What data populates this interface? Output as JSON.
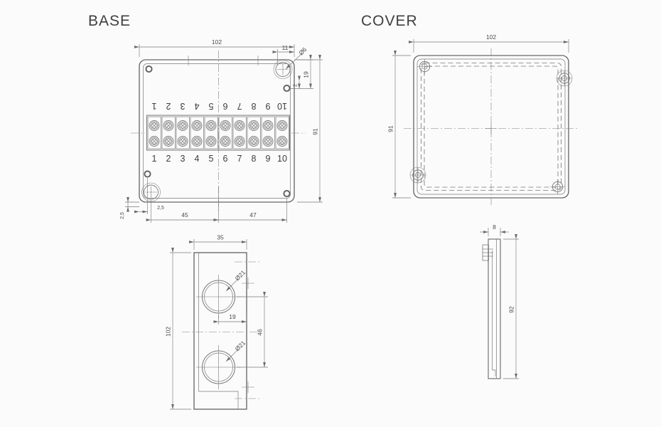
{
  "colors": {
    "background": "#fbfbfb",
    "line": "#686868",
    "thin_line": "#7a7a7a",
    "text": "#4a4a4a"
  },
  "titles": {
    "base": "BASE",
    "cover": "COVER"
  },
  "base_top_view": {
    "dim_width": "102",
    "dim_corner_offset": "11",
    "dim_corner_hole": "Ø6",
    "dim_corner_spacing": "19",
    "dim_corner_small": "2",
    "dim_height": "91",
    "dim_foot_vertical": "2,5",
    "dim_foot_horizontal": "2,5",
    "dim_left_span": "45",
    "dim_right_span": "47",
    "terminals_top": [
      "1",
      "2",
      "3",
      "4",
      "5",
      "6",
      "7",
      "8",
      "9",
      "10"
    ],
    "terminals_bottom": [
      "1",
      "2",
      "3",
      "4",
      "5",
      "6",
      "7",
      "8",
      "9",
      "10"
    ]
  },
  "cover_top_view": {
    "dim_width": "102",
    "dim_height": "91"
  },
  "base_side_view": {
    "dim_depth": "35",
    "dim_length": "102",
    "dim_hole_offset": "19",
    "dim_hole_spacing": "46",
    "dim_hole1_dia": "Ø21",
    "dim_hole2_dia": "Ø21"
  },
  "cover_side_view": {
    "dim_thickness": "8",
    "dim_length": "92"
  }
}
